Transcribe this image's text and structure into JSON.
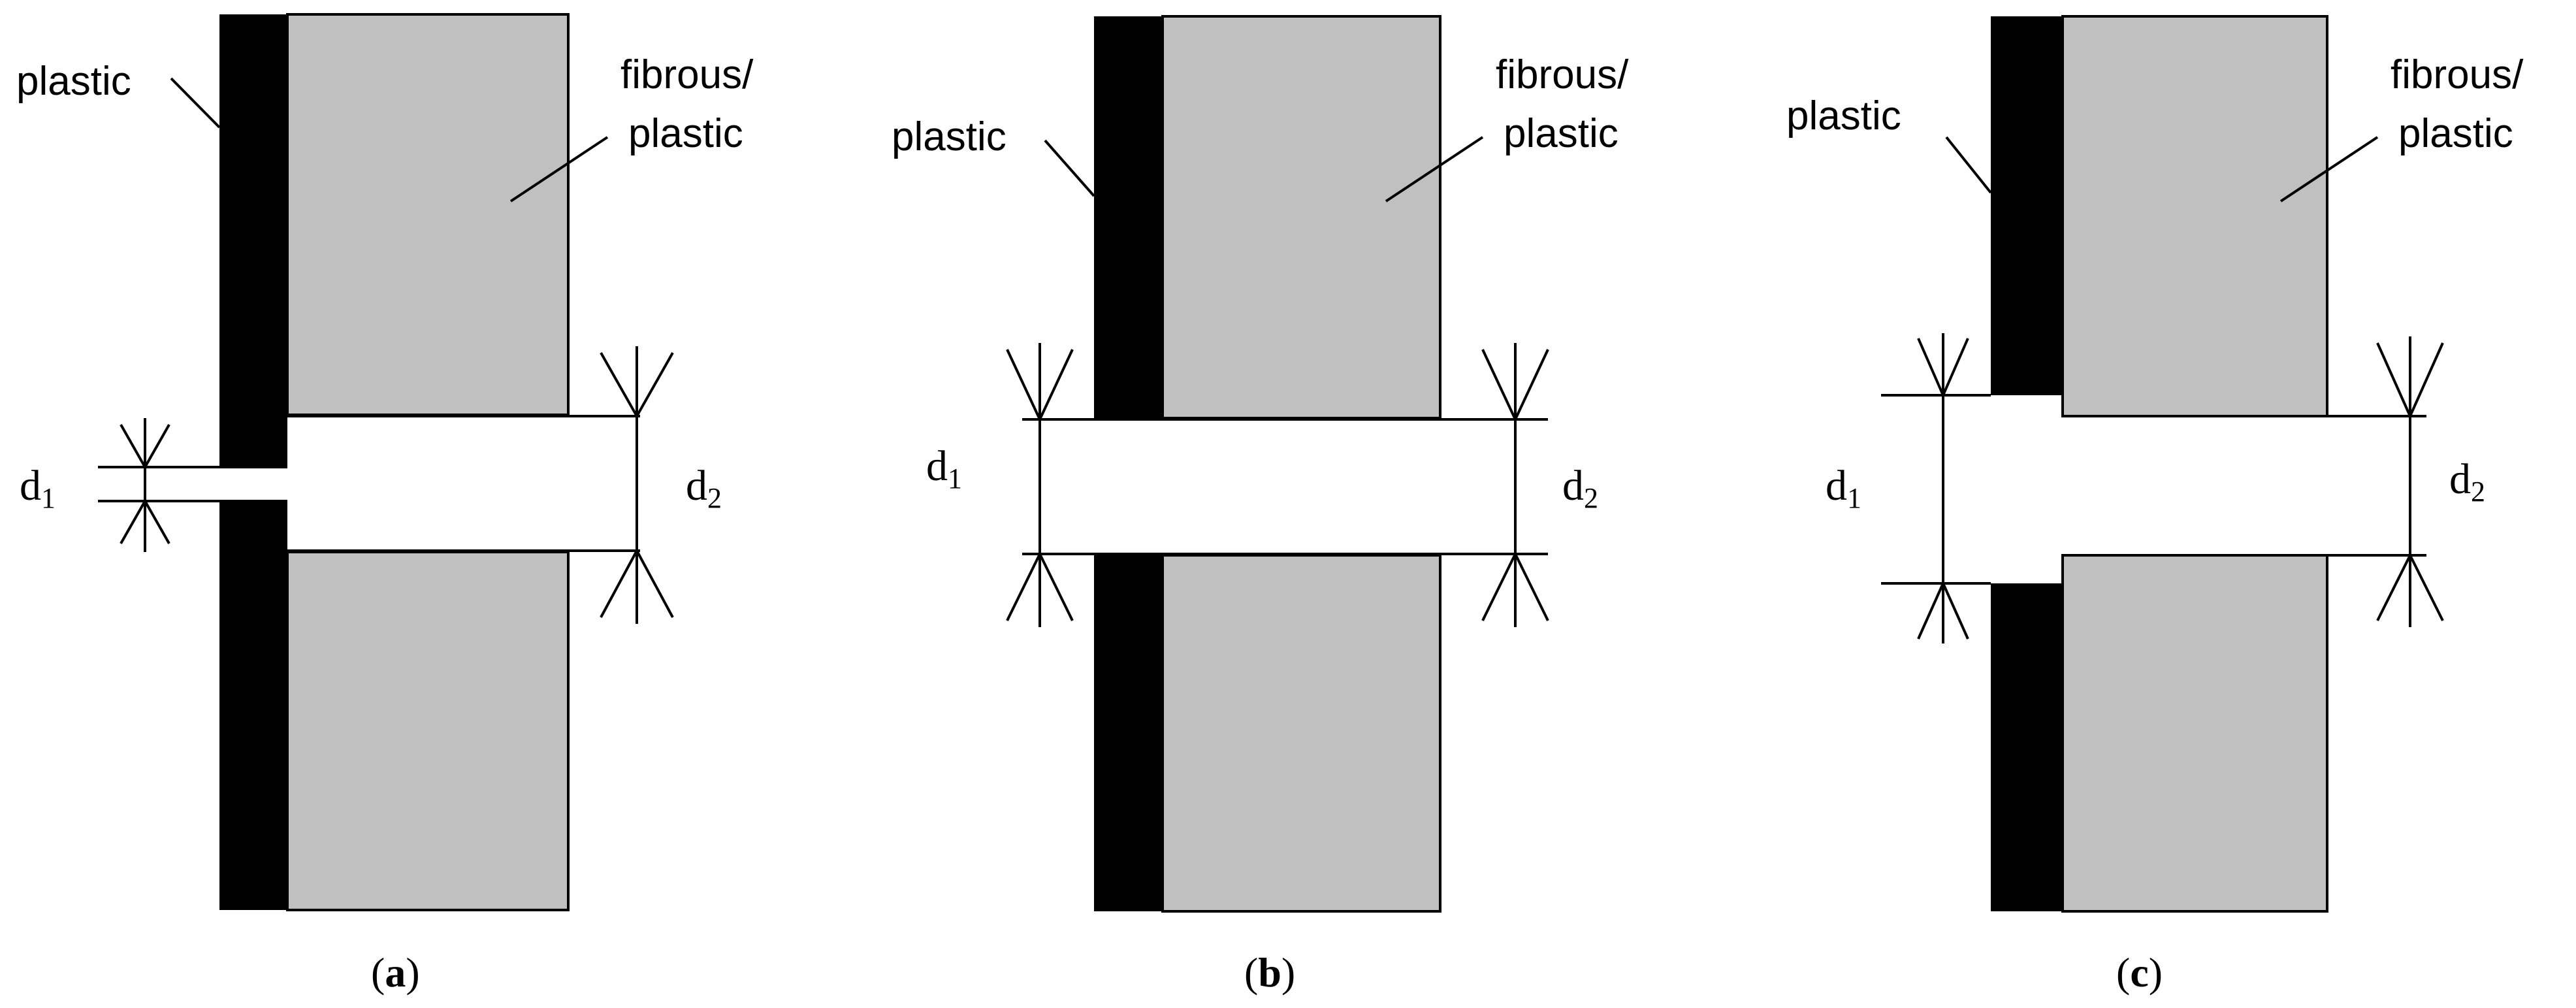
{
  "colors": {
    "plastic_layer": "#000000",
    "fibrous_layer": "#c0c0c0",
    "outline": "#000000",
    "background": "#ffffff"
  },
  "panels": [
    {
      "plastic_label": "plastic",
      "fibrous_label_line1": "fibrous/",
      "fibrous_label_line2": "plastic",
      "d1_symbol": "d",
      "d1_sub": "1",
      "d2_symbol": "d",
      "d2_sub": "2",
      "caption_open": "(",
      "caption_letter": "a",
      "caption_close": ")"
    },
    {
      "plastic_label": "plastic",
      "fibrous_label_line1": "fibrous/",
      "fibrous_label_line2": "plastic",
      "d1_symbol": "d",
      "d1_sub": "1",
      "d2_symbol": "d",
      "d2_sub": "2",
      "caption_open": "(",
      "caption_letter": "b",
      "caption_close": ")"
    },
    {
      "plastic_label": "plastic",
      "fibrous_label_line1": "fibrous/",
      "fibrous_label_line2": "plastic",
      "d1_symbol": "d",
      "d1_sub": "1",
      "d2_symbol": "d",
      "d2_sub": "2",
      "caption_open": "(",
      "caption_letter": "c",
      "caption_close": ")"
    }
  ]
}
